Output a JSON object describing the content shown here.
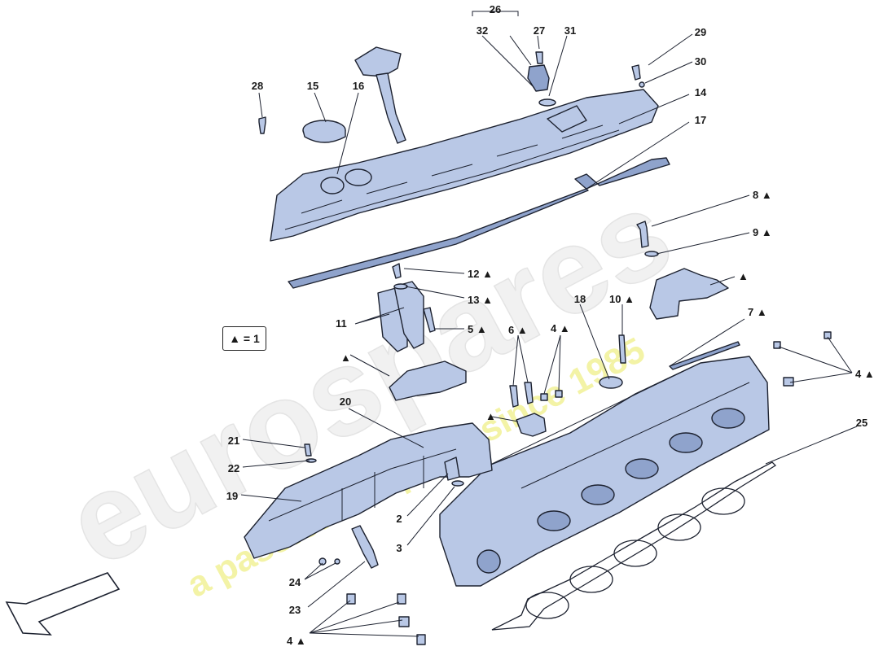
{
  "legend": {
    "text": "▲ = 1"
  },
  "watermark": {
    "brand": "eurospares",
    "tagline": "a passion for parts since 1985"
  },
  "labels": {
    "l26": "26",
    "l32": "32",
    "l27": "27",
    "l31": "31",
    "l29": "29",
    "l30": "30",
    "l28": "28",
    "l15": "15",
    "l16": "16",
    "l14": "14",
    "l17": "17",
    "l8": "8 ▲",
    "l9": "9 ▲",
    "l12": "12 ▲",
    "l13": "13 ▲",
    "l11": "11",
    "l5": "5 ▲",
    "l18": "18",
    "l10": "10 ▲",
    "l6": "6 ▲",
    "l4a": "4 ▲",
    "l7": "7 ▲",
    "l4b": "4 ▲",
    "l20": "20",
    "l21": "21",
    "l22": "22",
    "l19": "19",
    "l2": "2",
    "l3": "3",
    "l24": "24",
    "l23": "23",
    "l4c": "4 ▲",
    "l25": "25",
    "t1": "▲",
    "t2": "▲",
    "t3": "▲"
  },
  "colors": {
    "part_fill": "#b9c8e6",
    "outline": "#1d2230",
    "watermark": "#eeeeee",
    "tagline": "#f3f3a6"
  }
}
